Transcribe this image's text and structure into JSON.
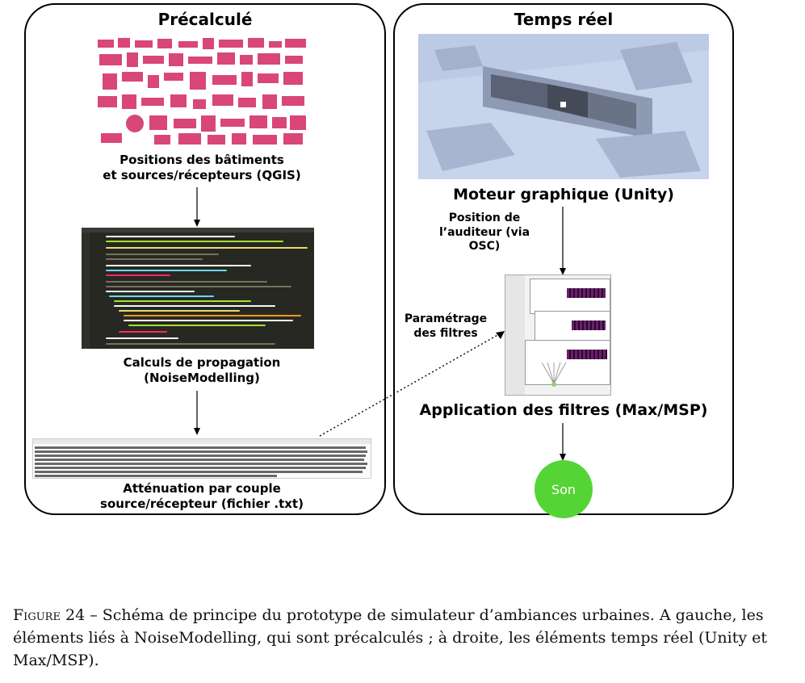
{
  "left_panel": {
    "title": "Précalculé",
    "map_label": [
      "Positions des bâtiments",
      "et sources/récepteurs (QGIS)"
    ],
    "code_label": [
      "Calculs de propagation",
      "(NoiseModelling)"
    ],
    "txt_label": [
      "Atténuation par couple",
      "source/récepteur (fichier .txt)"
    ]
  },
  "right_panel": {
    "title": "Temps réel",
    "unity_label": "Moteur graphique (Unity)",
    "position_label": [
      "Position de",
      "l’auditeur (via",
      "OSC)"
    ],
    "param_label": [
      "Paramétrage",
      "des filtres"
    ],
    "max_label": "Application des filtres (Max/MSP)",
    "son_label": "Son"
  },
  "caption": {
    "figure_number": "Figure 24 –",
    "text": "Schéma de principe du prototype de simulateur d’ambiances urbaines. A gauche, les éléments liés à NoiseModelling, qui sont précalculés ; à droite, les éléments temps réel (Unity et Max/MSP)."
  },
  "colors": {
    "son": "#55d436",
    "map_buildings": "#d9467a",
    "code_background": "#272822",
    "unity_sky": "#b8c6e4"
  }
}
